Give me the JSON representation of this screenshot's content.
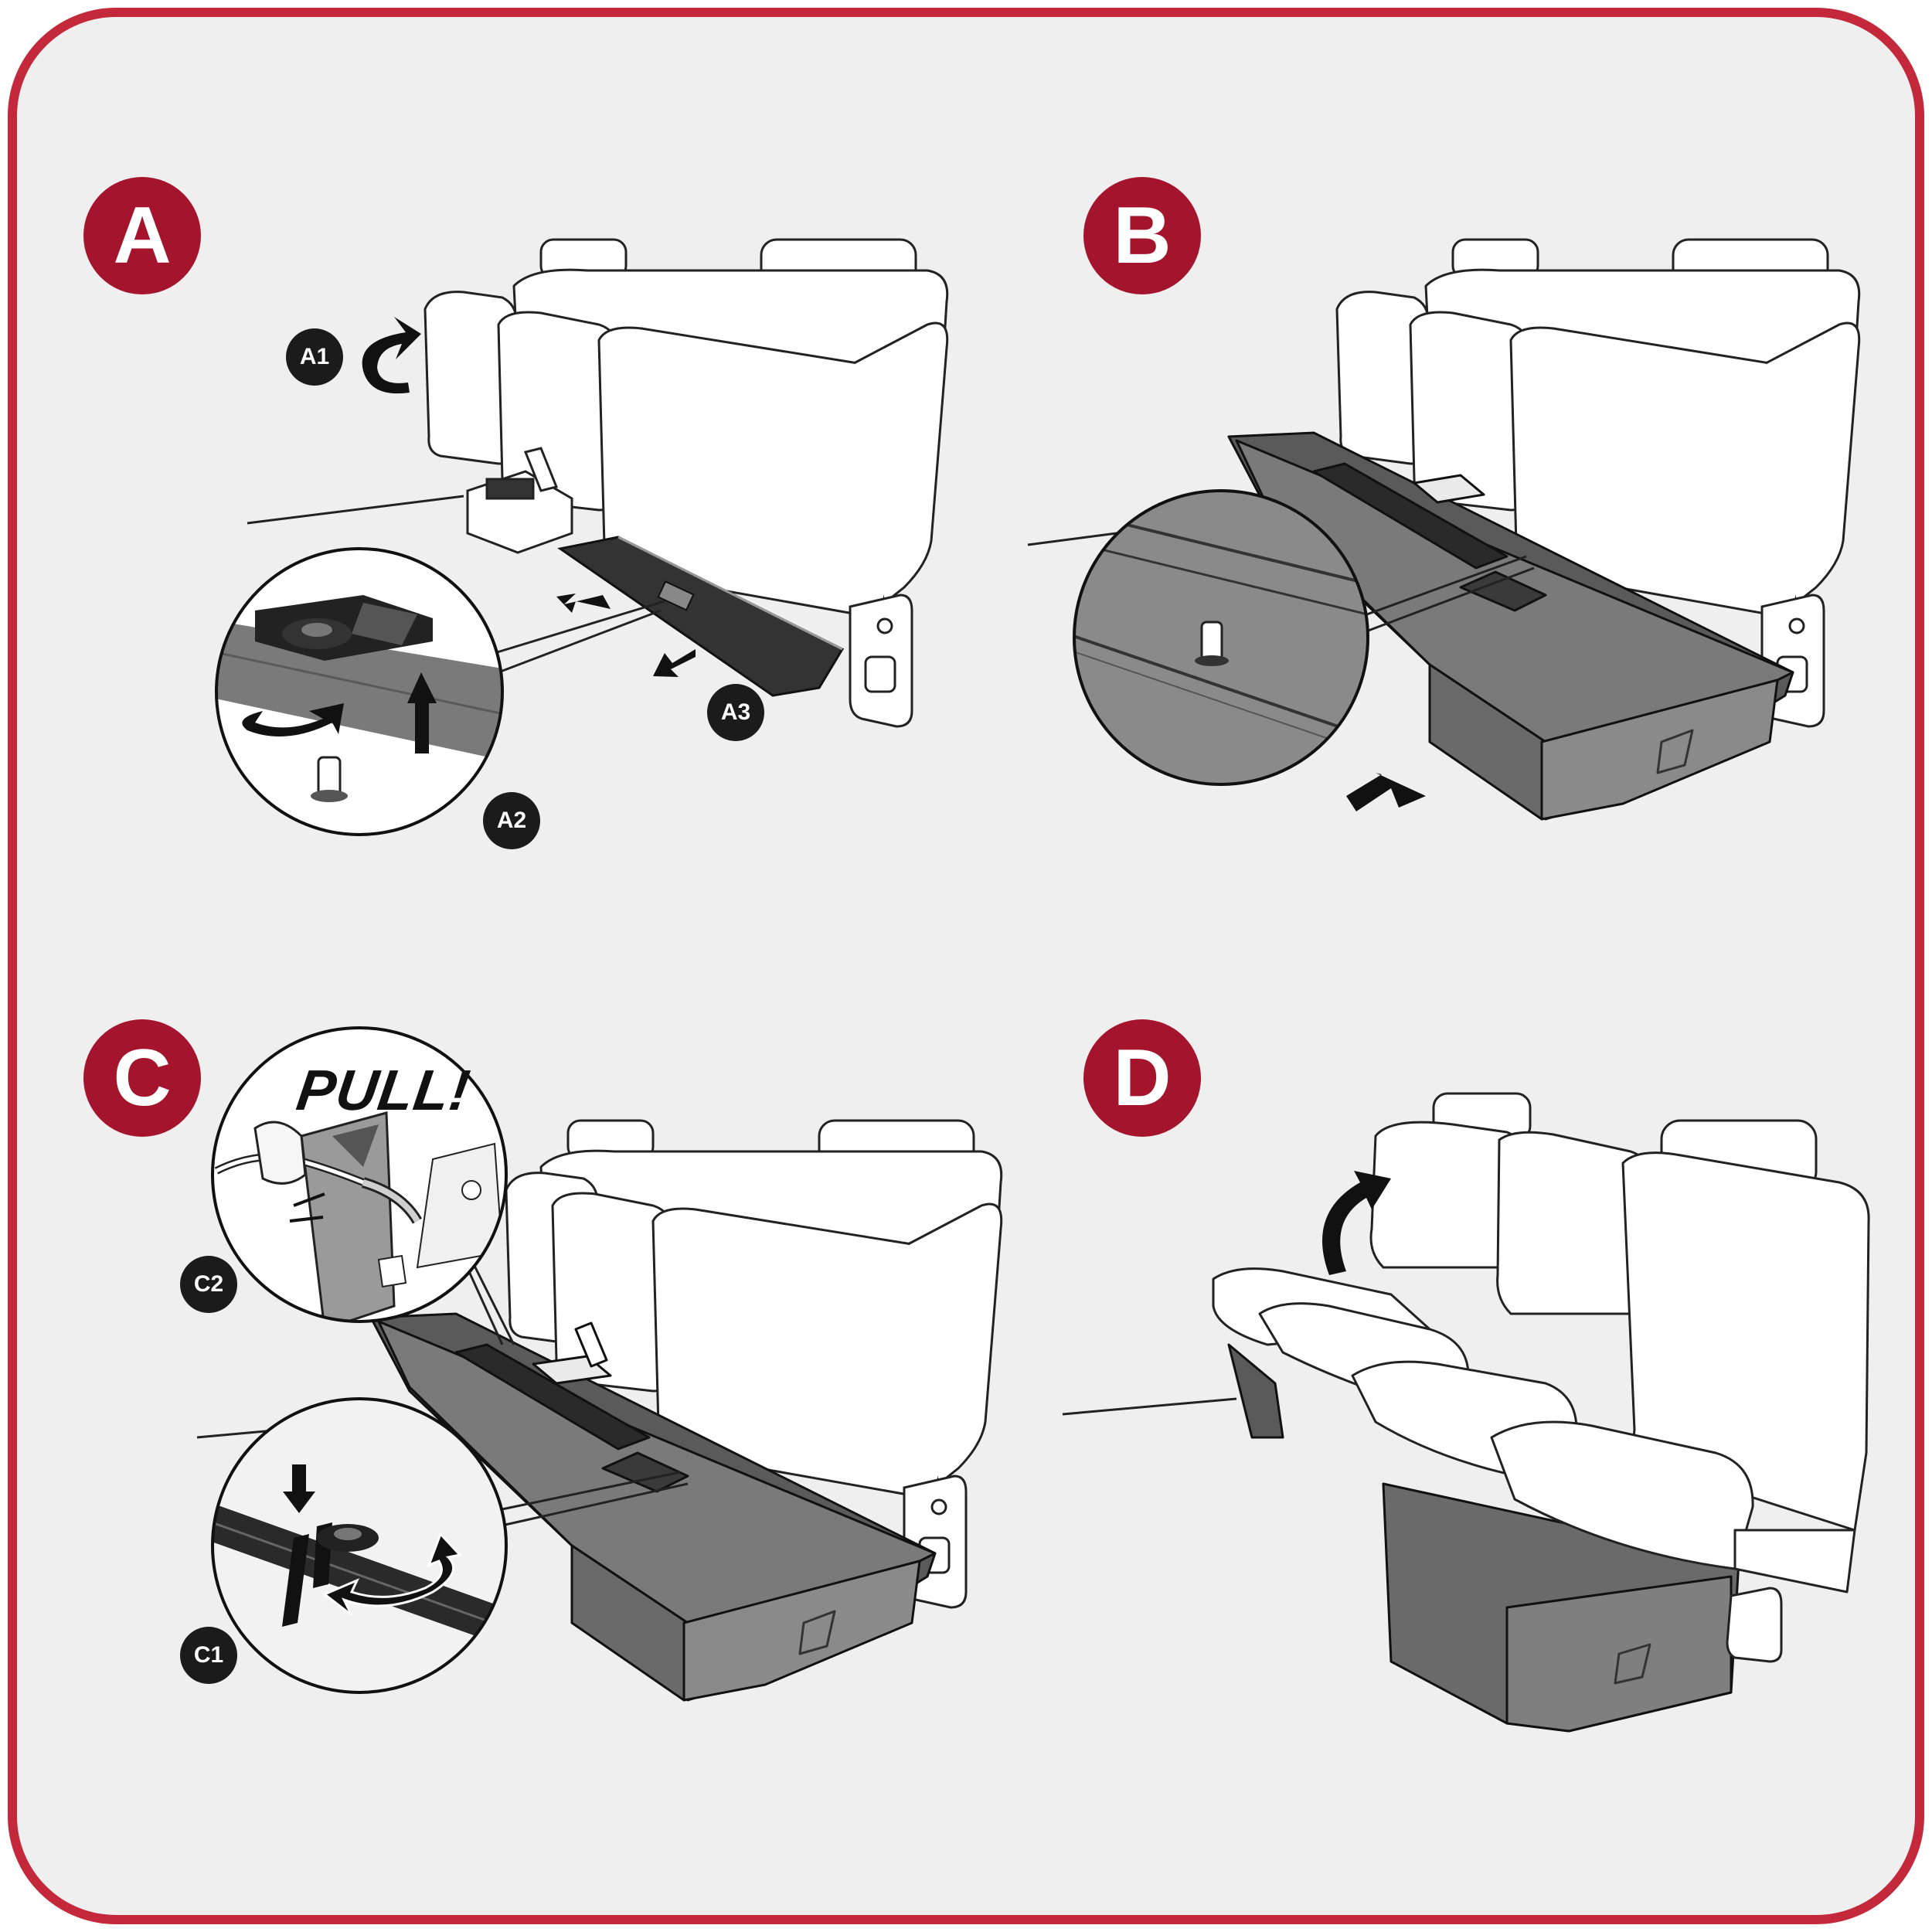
{
  "colors": {
    "frame_border": "#c3283b",
    "panel_background": "#efefef",
    "step_badge": "#a4142c",
    "sub_badge": "#1b1b1b",
    "bin": "#6f6f6f",
    "bin_dark": "#4a4a4a",
    "line": "#222222"
  },
  "steps": [
    {
      "label": "A",
      "icons": [
        "counterclockwise-arrow-icon",
        "arrow-left-icon",
        "arrow-up-icon",
        "rotate-arrow-icon"
      ]
    },
    {
      "label": "B",
      "icons": [
        "arrow-right-icon"
      ]
    },
    {
      "label": "C",
      "icons": [
        "rotate-arrow-icon",
        "arrow-down-icon"
      ]
    },
    {
      "label": "D",
      "icons": [
        "curved-arrow-icon"
      ]
    }
  ],
  "sub_steps": {
    "a1": "A1",
    "a2": "A2",
    "a3": "A3",
    "c1": "C1",
    "c2": "C2"
  },
  "callouts": {
    "pull": "PULL!"
  }
}
